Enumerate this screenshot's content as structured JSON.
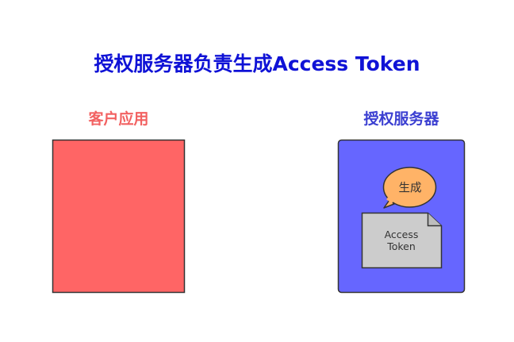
{
  "diagram": {
    "title": "授权服务器负责生成Access Token",
    "client": {
      "label": "客户应用",
      "fill_color": "#ff6565"
    },
    "auth_server": {
      "label": "授权服务器",
      "fill_color": "#6666ff"
    },
    "bubble": {
      "text": "生成",
      "fill_color": "#ffb367"
    },
    "token_doc": {
      "line1": "Access",
      "line2": "Token",
      "fill_color": "#cccccc"
    },
    "colors": {
      "title": "#0f12d6",
      "client_label": "#f26161",
      "auth_label": "#3b3fd1",
      "outline": "#333333"
    }
  }
}
